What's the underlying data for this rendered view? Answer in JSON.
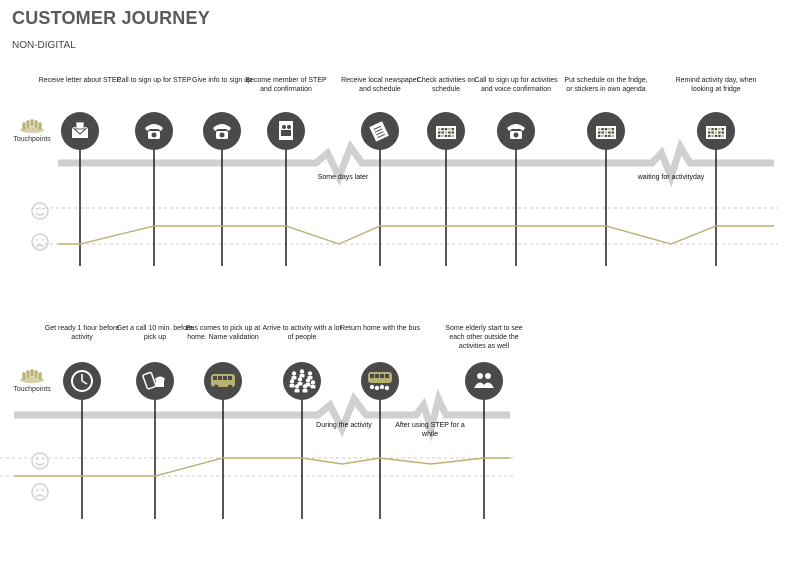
{
  "title": "CUSTOMER JOURNEY",
  "subtitle": "NON-DIGITAL",
  "touchpoints_label": "Touchpoints",
  "colors": {
    "accent": "#b8b270",
    "icon_bg": "#4a4a4a",
    "band": "#d0d0d0",
    "smile": "#d0d0d0"
  },
  "rows": [
    {
      "steps": [
        {
          "label": "Receive letter about STEP",
          "icon": "envelope-icon",
          "mood": "negative"
        },
        {
          "label": "Call to sign up for STEP",
          "icon": "phone-icon",
          "mood": "positive"
        },
        {
          "label": "Give info to sign up",
          "icon": "phone-icon",
          "mood": "positive"
        },
        {
          "label": "Become member of STEP and confirmation",
          "icon": "membership-card-icon",
          "mood": "positive"
        },
        {
          "label": "Receive local newspaper and schedule",
          "icon": "newspaper-icon",
          "mood": "positive"
        },
        {
          "label": "Check activities on schedule",
          "icon": "schedule-icon",
          "mood": "positive"
        },
        {
          "label": "Call to sign up for activities and voice confirmation",
          "icon": "phone-icon",
          "mood": "positive"
        },
        {
          "label": "Put schedule on the fridge, or stickers in own agenda",
          "icon": "schedule-icon",
          "mood": "positive"
        },
        {
          "label": "Remind activity day, when looking at fridge",
          "icon": "schedule-icon",
          "mood": "positive"
        }
      ],
      "breaks": [
        {
          "text": "Some days later",
          "after_step": 3
        },
        {
          "text": "waiting for activityday",
          "after_step": 7
        }
      ]
    },
    {
      "steps": [
        {
          "label": "Get ready 1 hour before activity",
          "icon": "clock-icon",
          "mood": "negative"
        },
        {
          "label": "Get a call 10 min. before pick up",
          "icon": "mobile-phone-icon",
          "mood": "negative"
        },
        {
          "label": "Bus comes to pick up at home. Name validation",
          "icon": "bus-icon",
          "mood": "positive"
        },
        {
          "label": "Arrive to activity with a lot of people",
          "icon": "crowd-icon",
          "mood": "positive"
        },
        {
          "label": "Return home with the bus",
          "icon": "bus-crowd-icon",
          "mood": "positive"
        },
        {
          "label": "Some elderly start to see each other outside the activities as well",
          "icon": "group-icon",
          "mood": "positive"
        }
      ],
      "breaks": [
        {
          "text": "During the activity",
          "after_step": 3
        },
        {
          "text": "After using STEP for a while",
          "after_step": 4
        }
      ]
    }
  ]
}
